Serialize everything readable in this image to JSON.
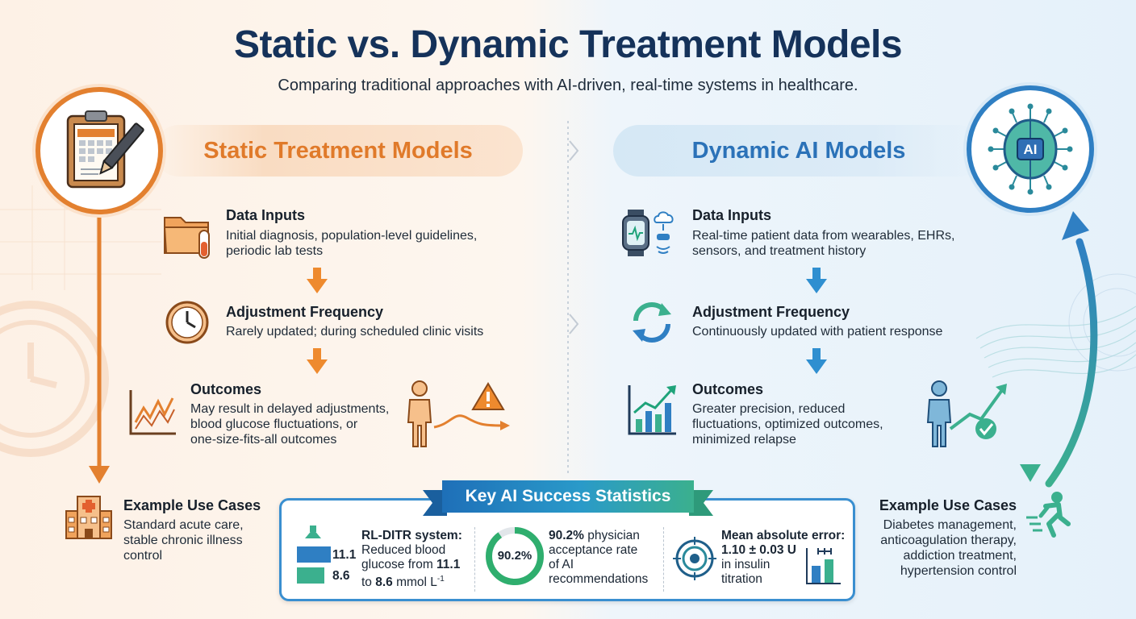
{
  "header": {
    "title": "Static vs. Dynamic Treatment Models",
    "subtitle": "Comparing traditional approaches with AI-driven, real-time systems in healthcare."
  },
  "static": {
    "title": "Static Treatment Models",
    "data_inputs": {
      "heading": "Data Inputs",
      "lines": [
        "Initial diagnosis, population-level guidelines,",
        "periodic lab tests"
      ]
    },
    "adjustment": {
      "heading": "Adjustment Frequency",
      "lines": [
        "Rarely updated; during scheduled clinic visits"
      ]
    },
    "outcomes": {
      "heading": "Outcomes",
      "lines": [
        "May result in delayed adjustments,",
        "blood glucose fluctuations, or",
        "one-size-fits-all outcomes"
      ]
    },
    "use_cases": {
      "heading": "Example Use Cases",
      "lines": [
        "Standard acute care,",
        "stable chronic illness",
        "control"
      ]
    }
  },
  "dynamic": {
    "title": "Dynamic AI Models",
    "badge_label": "AI",
    "data_inputs": {
      "heading": "Data Inputs",
      "lines": [
        "Real-time patient data from wearables, EHRs,",
        "sensors, and treatment history"
      ]
    },
    "adjustment": {
      "heading": "Adjustment Frequency",
      "lines": [
        "Continuously updated with patient response"
      ]
    },
    "outcomes": {
      "heading": "Outcomes",
      "lines": [
        "Greater precision, reduced",
        "fluctuations, optimized outcomes,",
        "minimized relapse"
      ]
    },
    "use_cases": {
      "heading": "Example Use Cases",
      "lines": [
        "Diabetes management,",
        "anticoagulation therapy,",
        "addiction treatment,",
        "hypertension control"
      ]
    }
  },
  "stats": {
    "banner": "Key AI Success Statistics",
    "rl": {
      "bold_label": "RL-DITR system:",
      "line2": "Reduced blood",
      "line3_pre": "glucose from ",
      "line3_bold": "11.1",
      "line4_pre": "to ",
      "line4_bold": "8.6",
      "line4_post": " mmol L",
      "line4_sup": "-1",
      "bar_top": "11.1",
      "bar_bottom": "8.6"
    },
    "acceptance": {
      "ring_label": "90.2%",
      "ring_value": 90.2,
      "bold": "90.2%",
      "line1_post": " physician",
      "line2": "acceptance rate",
      "line3": "of AI",
      "line4": "recommendations"
    },
    "mae": {
      "bold_label": "Mean absolute error:",
      "bold_value": "1.10 ± 0.03 U",
      "line3": "in insulin",
      "line4": "titration"
    }
  },
  "colors": {
    "static_accent": "#e3802f",
    "dynamic_accent": "#2f7fc3",
    "title": "#15325a",
    "teal": "#3bb08e"
  },
  "icons": {
    "static_badge": "clipboard-calendar-pen-icon",
    "dynamic_badge": "ai-brain-circuit-icon",
    "static_inputs": "folder-test-tube-icon",
    "static_adjust": "clock-icon",
    "static_outcomes": "fluctuating-line-chart-icon",
    "static_person": "person-warning-icon",
    "static_cases": "hospital-icon",
    "dynamic_inputs": "smartwatch-cloud-sensor-icon",
    "dynamic_adjust": "refresh-cycle-icon",
    "dynamic_outcomes": "rising-bar-chart-icon",
    "dynamic_person": "person-checkmark-icon",
    "dynamic_cases": "running-person-icon",
    "target": "target-icon"
  }
}
